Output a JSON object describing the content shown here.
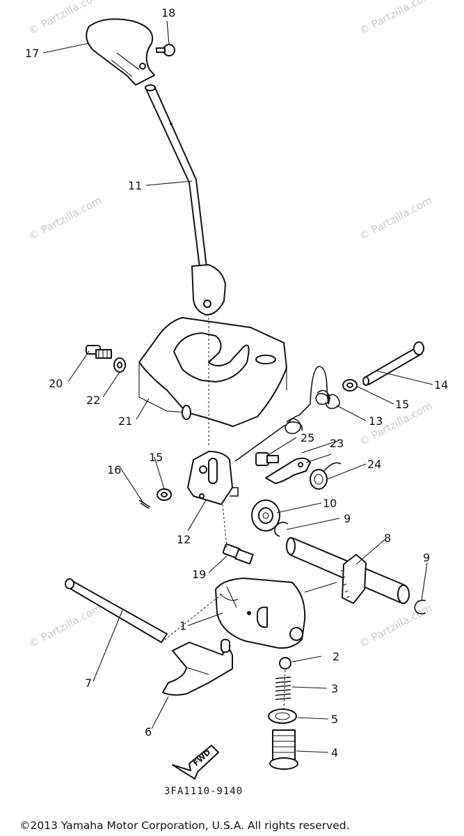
{
  "callouts": {
    "c1": "1",
    "c2": "2",
    "c3": "3",
    "c4": "4",
    "c5": "5",
    "c6": "6",
    "c7": "7",
    "c8": "8",
    "c9a": "9",
    "c9b": "9",
    "c10": "10",
    "c11": "11",
    "c12": "12",
    "c13": "13",
    "c14": "14",
    "c15a": "15",
    "c15b": "15",
    "c16": "16",
    "c17": "17",
    "c18": "18",
    "c19": "19",
    "c20": "20",
    "c21": "21",
    "c22": "22",
    "c23": "23",
    "c24": "24",
    "c25": "25"
  },
  "fwd_label": "FWD",
  "drawing_code": "3FA1110-9140",
  "watermark": "© Partzilla.com",
  "copyright": "©2013 Yamaha Motor Corporation, U.S.A. All rights reserved."
}
